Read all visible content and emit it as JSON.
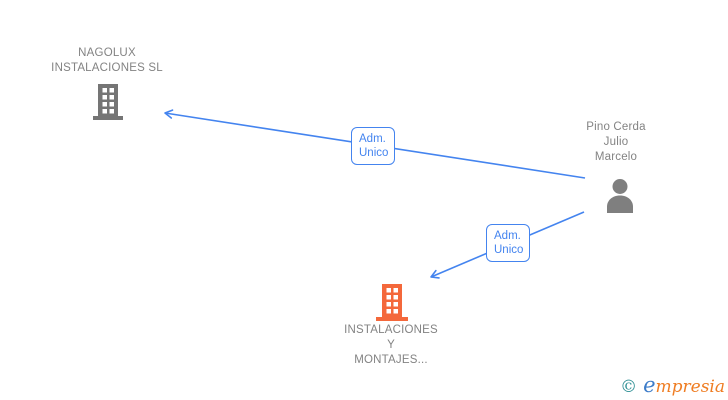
{
  "diagram": {
    "nodes": [
      {
        "id": "nagolux",
        "type": "company",
        "name": "NAGOLUX INSTALACIONES SL",
        "name_lines": [
          "NAGOLUX",
          "INSTALACIONES SL"
        ],
        "icon": "building-icon",
        "icon_color": "#757575"
      },
      {
        "id": "pino-cerda",
        "type": "person",
        "name": "Pino Cerda Julio Marcelo",
        "name_lines": [
          "Pino Cerda",
          "Julio",
          "Marcelo"
        ],
        "icon": "person-icon",
        "icon_color": "#7f7f7f"
      },
      {
        "id": "instalaciones-y-montajes",
        "type": "company",
        "name": "INSTALACIONES Y MONTAJES...",
        "name_lines": [
          "INSTALACIONES",
          "Y",
          "MONTAJES..."
        ],
        "icon": "building-icon",
        "icon_color": "#f4683b"
      }
    ],
    "edges": [
      {
        "from": "Pino Cerda Julio Marcelo",
        "to": "NAGOLUX INSTALACIONES SL",
        "label": "Adm. Unico",
        "label_lines": [
          "Adm.",
          "Unico"
        ]
      },
      {
        "from": "Pino Cerda Julio Marcelo",
        "to": "INSTALACIONES Y MONTAJES...",
        "label": "Adm. Unico",
        "label_lines": [
          "Adm.",
          "Unico"
        ]
      }
    ],
    "colors": {
      "edge": "#4484ef",
      "edge_label_text": "#4484ef",
      "node_text": "#838383",
      "company_gray": "#757575",
      "person_gray": "#7f7f7f",
      "company_orange": "#f4683b"
    }
  },
  "watermark": {
    "copyright": "©",
    "brand": "empresia"
  }
}
